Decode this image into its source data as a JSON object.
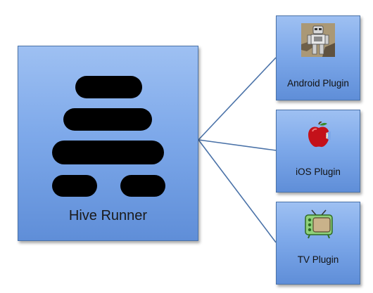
{
  "main": {
    "label": "Hive Runner"
  },
  "plugins": [
    {
      "label": "Android Plugin",
      "icon": "robot-icon"
    },
    {
      "label": "iOS Plugin",
      "icon": "apple-icon"
    },
    {
      "label": "TV Plugin",
      "icon": "tv-icon"
    }
  ],
  "colors": {
    "box_top": "#9ec0f2",
    "box_bottom": "#5f8ed8",
    "border": "#4a72a8",
    "connector": "#4a72a8"
  }
}
